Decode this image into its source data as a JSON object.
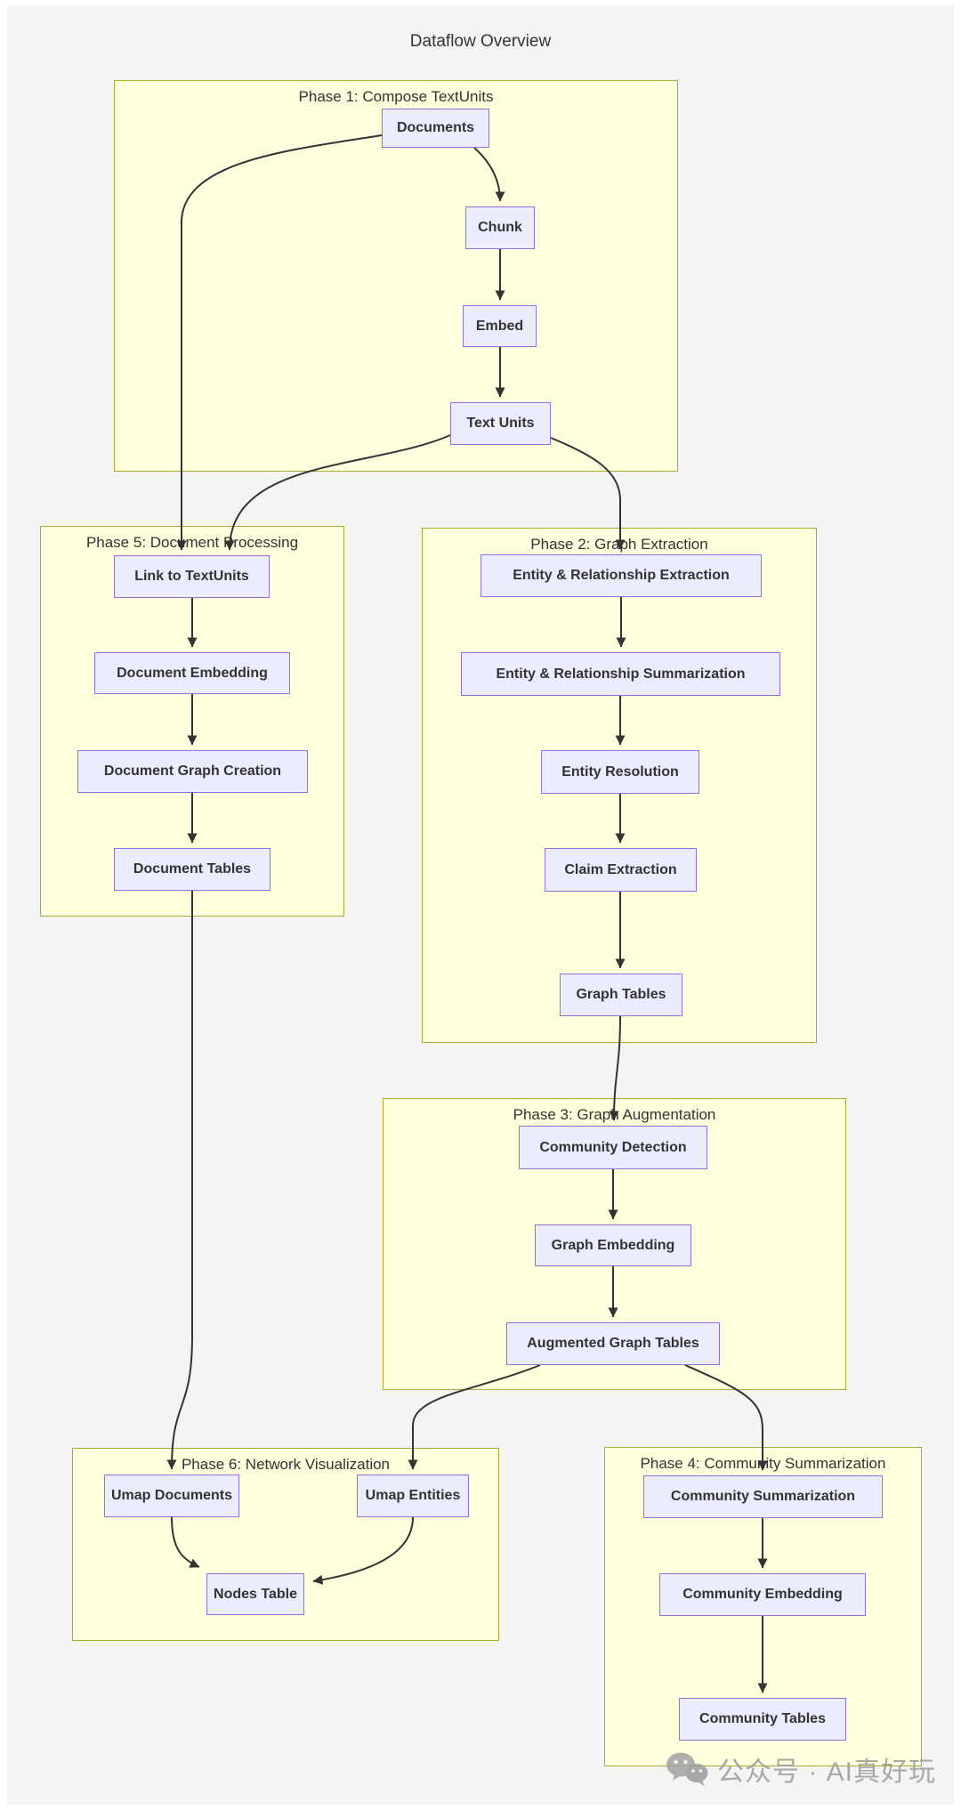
{
  "title": "Dataflow Overview",
  "colors": {
    "background": "#f4f4f5",
    "node_fill": "#ECECFF",
    "node_border": "#9370DB",
    "cluster_fill": "#ffffde",
    "cluster_border": "#aaaa33",
    "edge": "#333333",
    "text": "#333333",
    "watermark": "#9b9b9b"
  },
  "clusters": [
    {
      "id": "phase1",
      "label": "Phase 1: Compose TextUnits"
    },
    {
      "id": "phase5",
      "label": "Phase 5: Document Processing"
    },
    {
      "id": "phase2",
      "label": "Phase 2: Graph Extraction"
    },
    {
      "id": "phase3",
      "label": "Phase 3: Graph Augmentation"
    },
    {
      "id": "phase6",
      "label": "Phase 6: Network Visualization"
    },
    {
      "id": "phase4",
      "label": "Phase 4: Community Summarization"
    }
  ],
  "nodes": {
    "documents": "Documents",
    "chunk": "Chunk",
    "embed": "Embed",
    "text_units": "Text Units",
    "link_to_textunits": "Link to TextUnits",
    "document_embedding": "Document Embedding",
    "document_graph_creation": "Document Graph Creation",
    "document_tables": "Document Tables",
    "entity_relationship_extraction": "Entity & Relationship Extraction",
    "entity_relationship_summarization": "Entity & Relationship Summarization",
    "entity_resolution": "Entity Resolution",
    "claim_extraction": "Claim Extraction",
    "graph_tables": "Graph Tables",
    "community_detection": "Community Detection",
    "graph_embedding": "Graph Embedding",
    "augmented_graph_tables": "Augmented Graph Tables",
    "umap_documents": "Umap Documents",
    "umap_entities": "Umap Entities",
    "nodes_table": "Nodes Table",
    "community_summarization": "Community Summarization",
    "community_embedding": "Community Embedding",
    "community_tables": "Community Tables"
  },
  "edges": [
    {
      "from": "documents",
      "to": "chunk"
    },
    {
      "from": "chunk",
      "to": "embed"
    },
    {
      "from": "embed",
      "to": "text_units"
    },
    {
      "from": "documents",
      "to": "link_to_textunits"
    },
    {
      "from": "text_units",
      "to": "link_to_textunits"
    },
    {
      "from": "text_units",
      "to": "entity_relationship_extraction"
    },
    {
      "from": "link_to_textunits",
      "to": "document_embedding"
    },
    {
      "from": "document_embedding",
      "to": "document_graph_creation"
    },
    {
      "from": "document_graph_creation",
      "to": "document_tables"
    },
    {
      "from": "entity_relationship_extraction",
      "to": "entity_relationship_summarization"
    },
    {
      "from": "entity_relationship_summarization",
      "to": "entity_resolution"
    },
    {
      "from": "entity_resolution",
      "to": "claim_extraction"
    },
    {
      "from": "claim_extraction",
      "to": "graph_tables"
    },
    {
      "from": "graph_tables",
      "to": "community_detection"
    },
    {
      "from": "community_detection",
      "to": "graph_embedding"
    },
    {
      "from": "graph_embedding",
      "to": "augmented_graph_tables"
    },
    {
      "from": "augmented_graph_tables",
      "to": "umap_entities"
    },
    {
      "from": "augmented_graph_tables",
      "to": "community_summarization"
    },
    {
      "from": "document_tables",
      "to": "umap_documents"
    },
    {
      "from": "umap_documents",
      "to": "nodes_table"
    },
    {
      "from": "umap_entities",
      "to": "nodes_table"
    },
    {
      "from": "community_summarization",
      "to": "community_embedding"
    },
    {
      "from": "community_embedding",
      "to": "community_tables"
    }
  ],
  "watermark": {
    "icon": "wechat-icon",
    "text": "公众号 · AI真好玩"
  }
}
